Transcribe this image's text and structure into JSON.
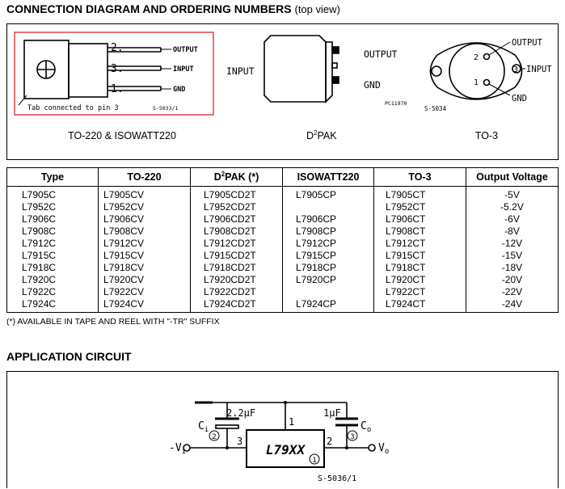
{
  "connection": {
    "title": "CONNECTION DIAGRAM AND ORDERING NUMBERS",
    "subtitle": "(top view)",
    "to220": {
      "caption": "TO-220 & ISOWATT220",
      "pin2": "2.",
      "pin3": "3.",
      "pin1": "1.",
      "out": "OUTPUT",
      "in": "INPUT",
      "gnd": "GND",
      "tab_note": "Tab connected to pin 3",
      "code": "S-5033/1"
    },
    "d2pak": {
      "caption_d": "D",
      "caption_sup": "2",
      "caption_pak": "PAK",
      "in": "INPUT",
      "out": "OUTPUT",
      "gnd": "GND",
      "code": "PC11970"
    },
    "to3": {
      "caption": "TO-3",
      "pin2": "2",
      "pin1": "1",
      "pin3": "3",
      "out": "OUTPUT",
      "in": "INPUT",
      "gnd": "GND",
      "code": "S-5034"
    }
  },
  "ordering": {
    "headers": [
      "Type",
      "TO-220",
      "PAK (*)",
      "ISOWATT220",
      "TO-3",
      "Output Voltage"
    ],
    "d2pak_header_prefix": "D",
    "d2pak_header_sup": "2",
    "rows": [
      [
        "L7905C",
        "L7905CV",
        "L7905CD2T",
        "L7905CP",
        "L7905CT",
        "-5V"
      ],
      [
        "L7952C",
        "L7952CV",
        "L7952CD2T",
        "",
        "L7952CT",
        "-5.2V"
      ],
      [
        "L7906C",
        "L7906CV",
        "L7906CD2T",
        "L7906CP",
        "L7906CT",
        "-6V"
      ],
      [
        "L7908C",
        "L7908CV",
        "L7908CD2T",
        "L7908CP",
        "L7908CT",
        "-8V"
      ],
      [
        "L7912C",
        "L7912CV",
        "L7912CD2T",
        "L7912CP",
        "L7912CT",
        "-12V"
      ],
      [
        "L7915C",
        "L7915CV",
        "L7915CD2T",
        "L7915CP",
        "L7915CT",
        "-15V"
      ],
      [
        "L7918C",
        "L7918CV",
        "L7918CD2T",
        "L7918CP",
        "L7918CT",
        "-18V"
      ],
      [
        "L7920C",
        "L7920CV",
        "L7920CD2T",
        "L7920CP",
        "L7920CT",
        "-20V"
      ],
      [
        "L7922C",
        "L7922CV",
        "L7922CD2T",
        "",
        "L7922CT",
        "-22V"
      ],
      [
        "L7924C",
        "L7924CV",
        "L7924CD2T",
        "L7924CP",
        "L7924CT",
        "-24V"
      ]
    ],
    "note": "(*) AVAILABLE IN TAPE AND REEL WITH \"-TR\" SUFFIX"
  },
  "application": {
    "title": "APPLICATION CIRCUIT",
    "c_in": "2.2μF",
    "c_out": "1μF",
    "ci": "C",
    "ci_sub": "i",
    "co": "C",
    "co_sub": "o",
    "vin": "-V",
    "vin_sub": "i",
    "vout": "V",
    "vout_sub": "o",
    "chip": "L79XX",
    "n1": "1",
    "n2": "2",
    "n3": "3",
    "c1": "1",
    "c2": "2",
    "c3": "3",
    "code": "S-5036/1"
  },
  "colors": {
    "highlight": "#d9151b"
  }
}
